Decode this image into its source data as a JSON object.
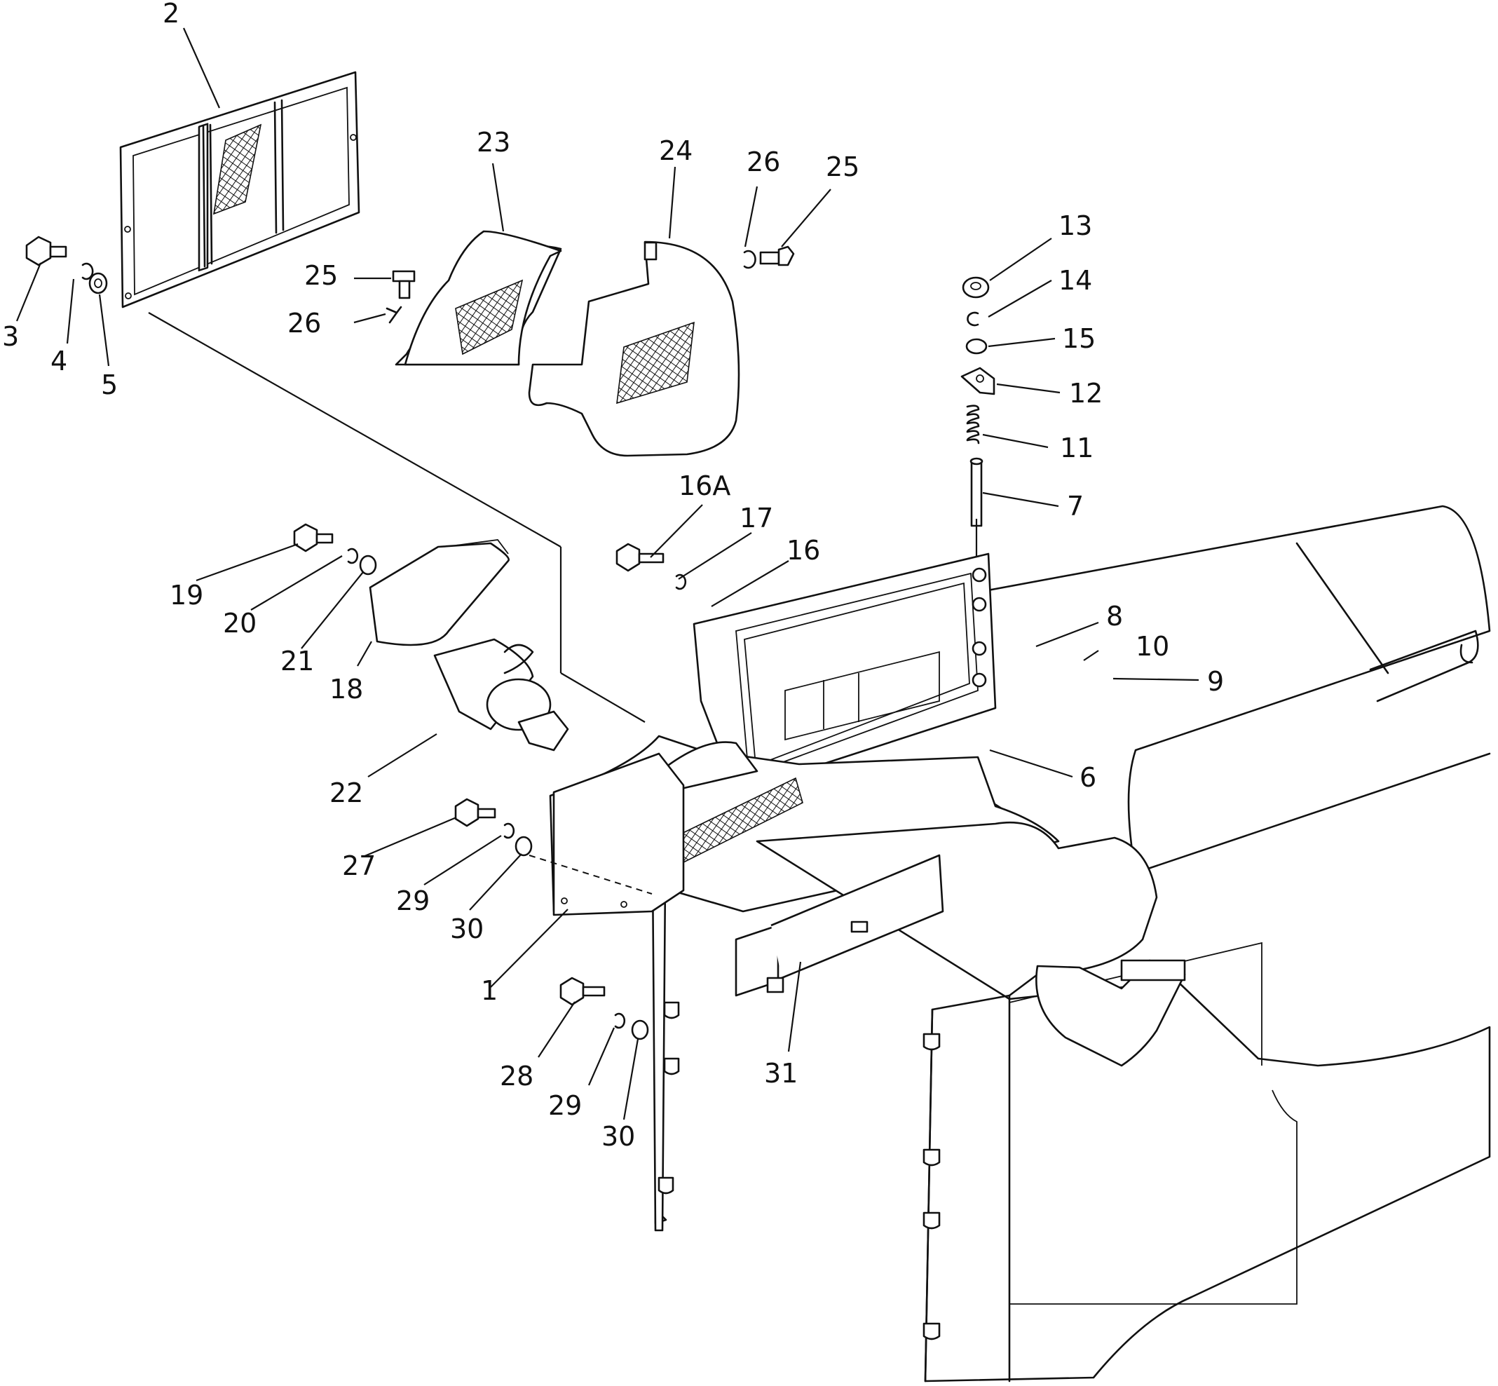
{
  "callouts": [
    {
      "id": "c2",
      "text": "2"
    },
    {
      "id": "c3",
      "text": "3"
    },
    {
      "id": "c4",
      "text": "4"
    },
    {
      "id": "c5",
      "text": "5"
    },
    {
      "id": "c23",
      "text": "23"
    },
    {
      "id": "c24",
      "text": "24"
    },
    {
      "id": "c26a",
      "text": "26"
    },
    {
      "id": "c25a",
      "text": "25"
    },
    {
      "id": "c25b",
      "text": "25"
    },
    {
      "id": "c26b",
      "text": "26"
    },
    {
      "id": "c13",
      "text": "13"
    },
    {
      "id": "c14",
      "text": "14"
    },
    {
      "id": "c15",
      "text": "15"
    },
    {
      "id": "c12",
      "text": "12"
    },
    {
      "id": "c11",
      "text": "11"
    },
    {
      "id": "c7",
      "text": "7"
    },
    {
      "id": "c16a",
      "text": "16A"
    },
    {
      "id": "c17",
      "text": "17"
    },
    {
      "id": "c16",
      "text": "16"
    },
    {
      "id": "c8",
      "text": "8"
    },
    {
      "id": "c10",
      "text": "10"
    },
    {
      "id": "c9",
      "text": "9"
    },
    {
      "id": "c6",
      "text": "6"
    },
    {
      "id": "c19",
      "text": "19"
    },
    {
      "id": "c20",
      "text": "20"
    },
    {
      "id": "c21",
      "text": "21"
    },
    {
      "id": "c18",
      "text": "18"
    },
    {
      "id": "c22",
      "text": "22"
    },
    {
      "id": "c27",
      "text": "27"
    },
    {
      "id": "c29a",
      "text": "29"
    },
    {
      "id": "c30a",
      "text": "30"
    },
    {
      "id": "c1",
      "text": "1"
    },
    {
      "id": "c28",
      "text": "28"
    },
    {
      "id": "c29b",
      "text": "29"
    },
    {
      "id": "c30b",
      "text": "30"
    },
    {
      "id": "c31",
      "text": "31"
    }
  ]
}
